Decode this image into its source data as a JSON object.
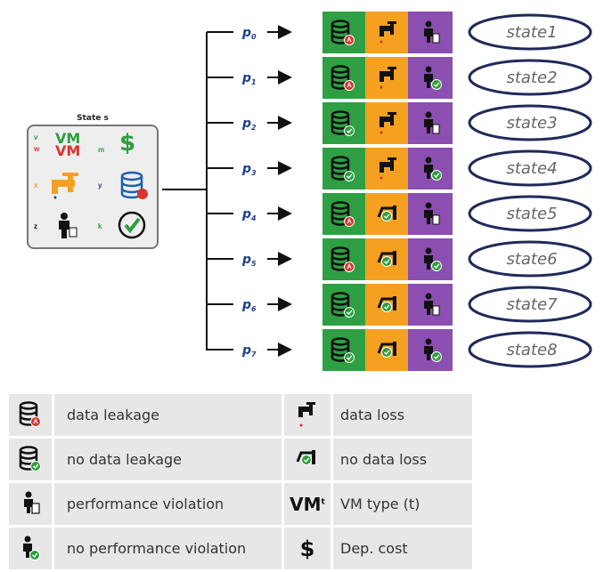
{
  "state_box": {
    "title": "State s",
    "v_label": "v",
    "w_label": "w",
    "m_label": "m",
    "x_label": "x",
    "y_label": "y",
    "z_label": "z",
    "k_label": "k",
    "vm_text": "VM",
    "dollar": "$"
  },
  "branches": [
    {
      "p": "p",
      "sub": "0",
      "state": "state1",
      "leak": true,
      "loss": true,
      "perf_violation": true
    },
    {
      "p": "p",
      "sub": "1",
      "state": "state2",
      "leak": true,
      "loss": true,
      "perf_violation": false
    },
    {
      "p": "p",
      "sub": "2",
      "state": "state3",
      "leak": false,
      "loss": true,
      "perf_violation": true
    },
    {
      "p": "p",
      "sub": "3",
      "state": "state4",
      "leak": false,
      "loss": true,
      "perf_violation": false
    },
    {
      "p": "p",
      "sub": "4",
      "state": "state5",
      "leak": true,
      "loss": false,
      "perf_violation": true
    },
    {
      "p": "p",
      "sub": "5",
      "state": "state6",
      "leak": true,
      "loss": false,
      "perf_violation": false
    },
    {
      "p": "p",
      "sub": "6",
      "state": "state7",
      "leak": false,
      "loss": false,
      "perf_violation": true
    },
    {
      "p": "p",
      "sub": "7",
      "state": "state8",
      "leak": false,
      "loss": false,
      "perf_violation": false
    }
  ],
  "legend": {
    "data_leakage": "data leakage",
    "no_data_leakage": "no data leakage",
    "performance_violation": "performance violation",
    "no_performance_violation": "no performance violation",
    "data_loss": "data loss",
    "no_data_loss": "no data loss",
    "vm_type": "VM type (t)",
    "dep_cost": "Dep. cost",
    "vm_icon_text": "VM",
    "vm_icon_sup": "t",
    "dollar_icon": "$"
  },
  "colors": {
    "green": "#2ea043",
    "orange": "#f5a020",
    "purple": "#8a4fb0",
    "navy": "#1f2a5a",
    "blue_text": "#1f3f8c",
    "red": "#d9342b",
    "check_green": "#2e9e3e"
  },
  "icons": {
    "leak": "database-leak-icon",
    "no_leak": "database-ok-icon",
    "loss": "faucet-leak-icon",
    "no_loss": "faucet-ok-icon",
    "perf_violation": "person-hourglass-icon",
    "no_perf_violation": "person-ok-icon"
  }
}
